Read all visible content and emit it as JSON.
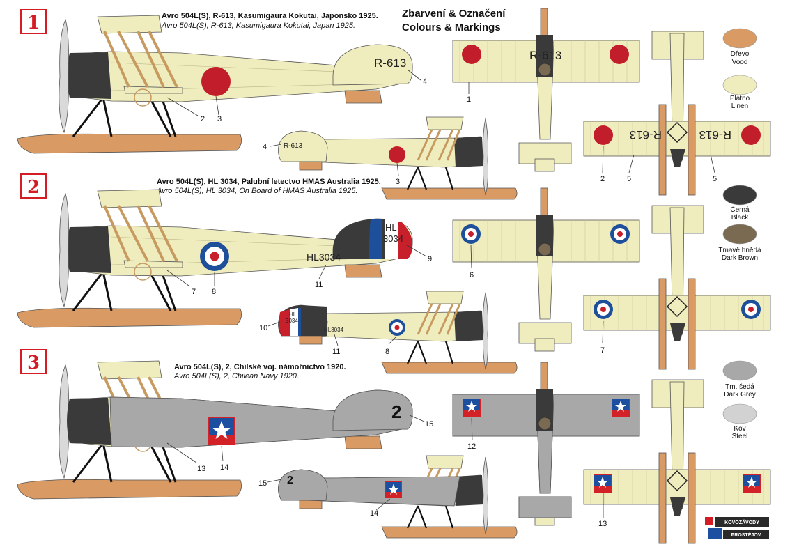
{
  "heading": {
    "cz": "Zbarvení & Označení",
    "en": "Colours & Markings"
  },
  "schemes": [
    {
      "badge": "1",
      "title_cz": "Avro 504L(S), R-613, Kasumigaura Kokutai, Japonsko 1925.",
      "title_en": "Avro 504L(S), R-613, Kasumigaura Kokutai, Japan 1925.",
      "serial": "R-613",
      "callouts": [
        "1",
        "2",
        "3",
        "4",
        "5"
      ]
    },
    {
      "badge": "2",
      "title_cz": "Avro 504L(S), HL 3034, Palubní letectvo HMAS Australia  1925.",
      "title_en": "Avro 504L(S), HL 3034, On Board of HMAS Australia 1925.",
      "serial": "HL3034",
      "rudder_top": "HL",
      "rudder_bottom": "3034",
      "callouts": [
        "6",
        "7",
        "8",
        "9",
        "10",
        "11"
      ]
    },
    {
      "badge": "3",
      "title_cz": "Avro 504L(S), 2, Chilské voj. námořnictvo 1920.",
      "title_en": "Avro 504L(S), 2, Chilean Navy 1920.",
      "serial": "2",
      "callouts": [
        "12",
        "13",
        "14",
        "15"
      ]
    }
  ],
  "swatches": [
    {
      "cz": "Dřevo",
      "en": "Vood",
      "color": "#d99a63"
    },
    {
      "cz": "Plátno",
      "en": "Linen",
      "color": "#efedbd"
    },
    {
      "cz": "Černá",
      "en": "Black",
      "color": "#3a3a3a"
    },
    {
      "cz": "Tmavě hnědá",
      "en": "Dark Brown",
      "color": "#7b6a52"
    },
    {
      "cz": "Tm. šedá",
      "en": "Dark Grey",
      "color": "#a8a8a8"
    },
    {
      "cz": "Kov",
      "en": "Steel",
      "color": "#d2d2d2"
    }
  ],
  "logo": {
    "top": "KOVOZÁVODY",
    "bottom": "PROSTĚJOV"
  },
  "colors": {
    "linen": "#efedbd",
    "wood": "#d99a63",
    "black": "#3a3a3a",
    "grey": "#a8a8a8",
    "hinomaru": "#c21d2a",
    "raf_blue": "#1e4f9a",
    "raf_red": "#c8202b",
    "chile_red": "#d32128",
    "chile_blue": "#1d4fa0",
    "badge_red": "#d41c24"
  }
}
